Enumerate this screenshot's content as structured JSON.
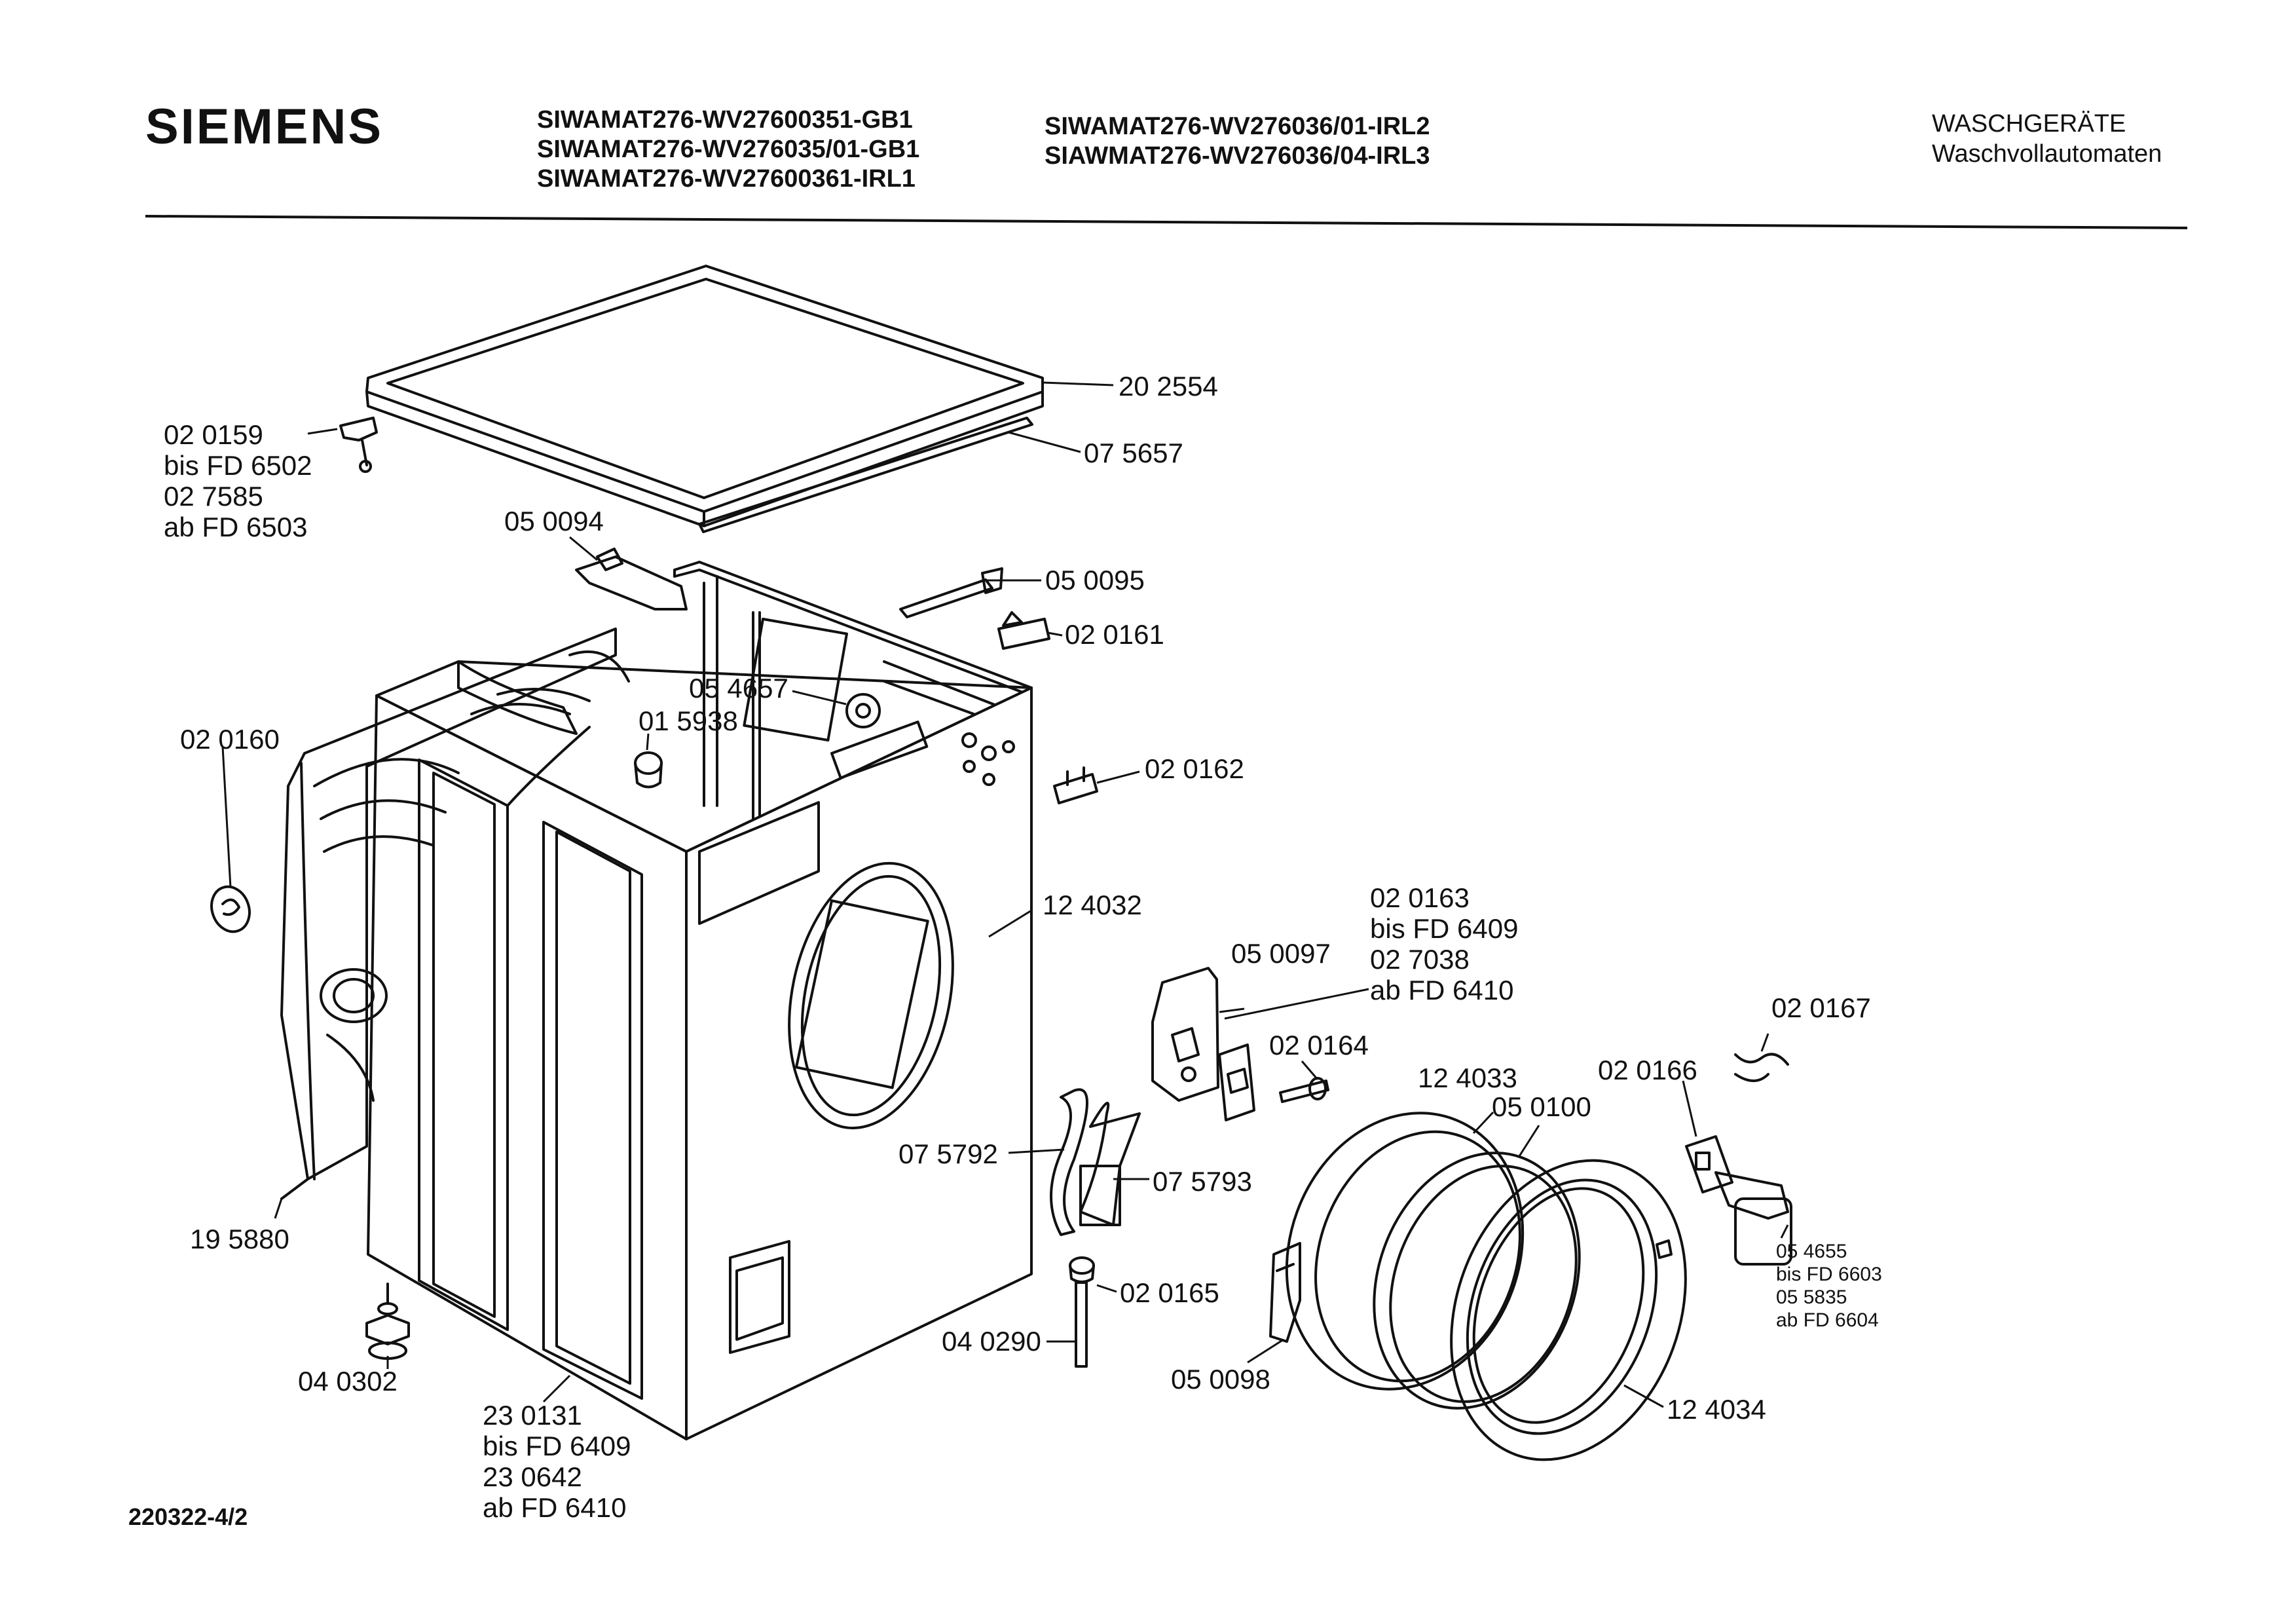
{
  "header": {
    "brand": "SIEMENS",
    "models_col1": [
      "SIWAMAT276-WV27600351-GB1",
      "SIWAMAT276-WV276035/01-GB1",
      "SIWAMAT276-WV27600361-IRL1"
    ],
    "models_col2": [
      "SIWAMAT276-WV276036/01-IRL2",
      "SIAWMAT276-WV276036/04-IRL3"
    ],
    "category": "WASCHGERÄTE",
    "subcategory": "Waschvollautomaten"
  },
  "document_id": "220322-4/2",
  "parts": {
    "p202554": "20 2554",
    "p075657": "07 5657",
    "p020159": [
      "02 0159",
      "bis FD 6502",
      "02 7585",
      "ab FD 6503"
    ],
    "p050094": "05 0094",
    "p050095": "05 0095",
    "p020161": "02 0161",
    "p054657": "05 4657",
    "p015938": "01 5938",
    "p020160": "02 0160",
    "p020162": "02 0162",
    "p124032": "12 4032",
    "p020163": [
      "02 0163",
      "bis FD 6409",
      "02 7038",
      "ab FD 6410"
    ],
    "p050097": "05 0097",
    "p020164": "02 0164",
    "p020167": "02 0167",
    "p124033": "12 4033",
    "p050100": "05 0100",
    "p020166": "02 0166",
    "p075792": "07 5792",
    "p075793": "07 5793",
    "p195880": "19 5880",
    "p020165": "02 0165",
    "p054655": [
      "05 4655",
      "bis FD 6603",
      "05 5835",
      "ab FD 6604"
    ],
    "p040290": "04 0290",
    "p050098": "05 0098",
    "p124034": "12 4034",
    "p040302": "04 0302",
    "p230131": [
      "23 0131",
      "bis FD 6409",
      "23 0642",
      "ab FD 6410"
    ]
  }
}
